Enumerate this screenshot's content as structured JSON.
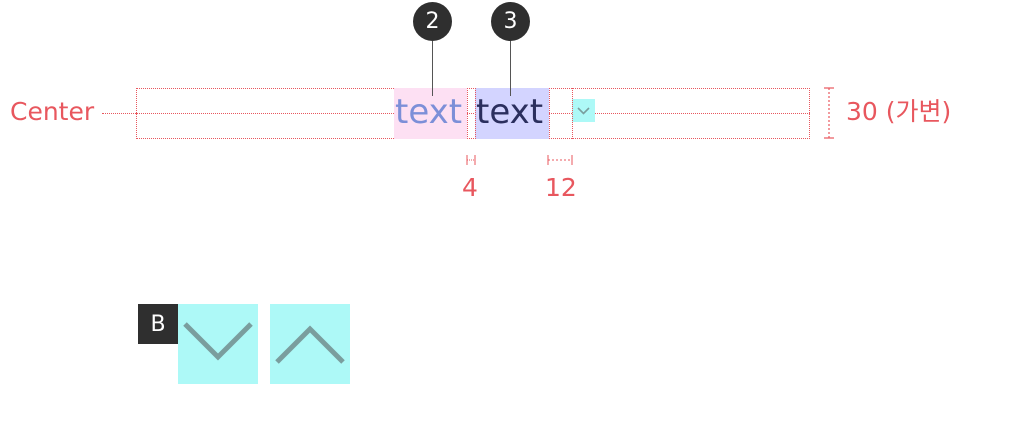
{
  "labels": {
    "center": "Center",
    "height": "30 (가변)",
    "gap_small": "4",
    "gap_large": "12"
  },
  "field": {
    "text_secondary": "text",
    "text_primary": "text"
  },
  "callouts": {
    "secondary": "2",
    "primary": "3",
    "section": "B"
  },
  "icons": {
    "small": "chevron-down-icon",
    "large_down": "chevron-down-icon",
    "large_up": "chevron-up-icon"
  },
  "colors": {
    "annotation": "#e8575e",
    "secondary_text": "#7c8fd8",
    "primary_text": "#2b2f5e",
    "highlight_pink": "#fde0f3",
    "highlight_blue": "#d3d4ff",
    "highlight_cyan": "#adf9f7",
    "chevron": "#7a9e9e"
  }
}
